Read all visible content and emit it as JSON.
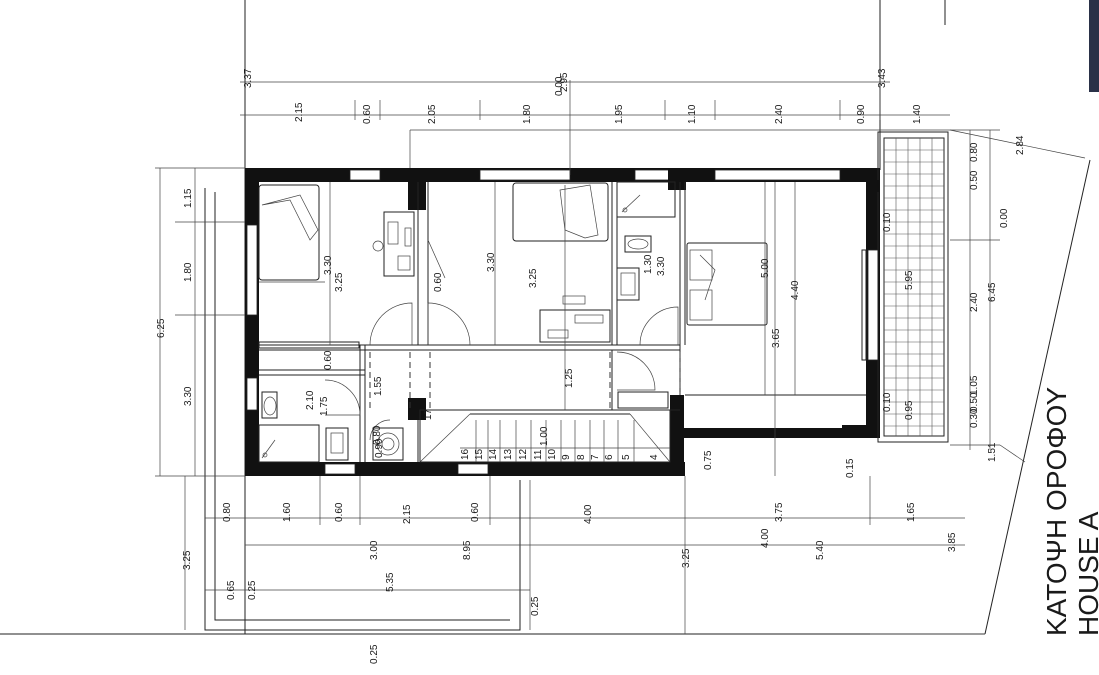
{
  "title": {
    "line1": "ΚΑΤΟΨΗ ΟΡΟΦΟΥ",
    "line2": "HOUSE A"
  },
  "dimensions": {
    "top_row": [
      "3.37",
      "2.95",
      "0.00",
      "3.43"
    ],
    "top_segments": [
      "2.15",
      "0.60",
      "2.05",
      "1.80",
      "1.95",
      "1.10",
      "2.40",
      "0.90",
      "1.40"
    ],
    "left_column": [
      "1.15",
      "1.80",
      "6.25",
      "3.30",
      "3.25"
    ],
    "bottom_segments": [
      "0.80",
      "1.60",
      "0.60",
      "2.15",
      "0.60",
      "4.00",
      "3.75",
      "1.65"
    ],
    "bottom_totals": [
      "8.95",
      "3.00",
      "3.25",
      "4.00",
      "5.40",
      "3.85"
    ],
    "bottom_lower": [
      "0.65",
      "0.25",
      "5.35",
      "0.25"
    ],
    "bottom_edge": "0.25",
    "right_column": [
      "2.84",
      "0.80",
      "0.50",
      "0.00",
      "2.40",
      "6.45",
      "1.05",
      "0.30",
      "0.50",
      "1.51"
    ],
    "rooms": [
      "3.30",
      "3.25",
      "3.30",
      "3.25",
      "0.60",
      "1.30",
      "3.30",
      "5.00",
      "4.40",
      "3.65",
      "0.60",
      "1.55",
      "2.10",
      "1.75",
      "1.25",
      "1.00",
      "0.90",
      "0.75",
      "0.15",
      "0.10",
      "0.10",
      "5.95",
      "0.95",
      "17",
      "0.80"
    ],
    "stairs": [
      "16",
      "15",
      "14",
      "13",
      "12",
      "11",
      "10",
      "9",
      "8",
      "7",
      "6",
      "5",
      "4"
    ]
  }
}
